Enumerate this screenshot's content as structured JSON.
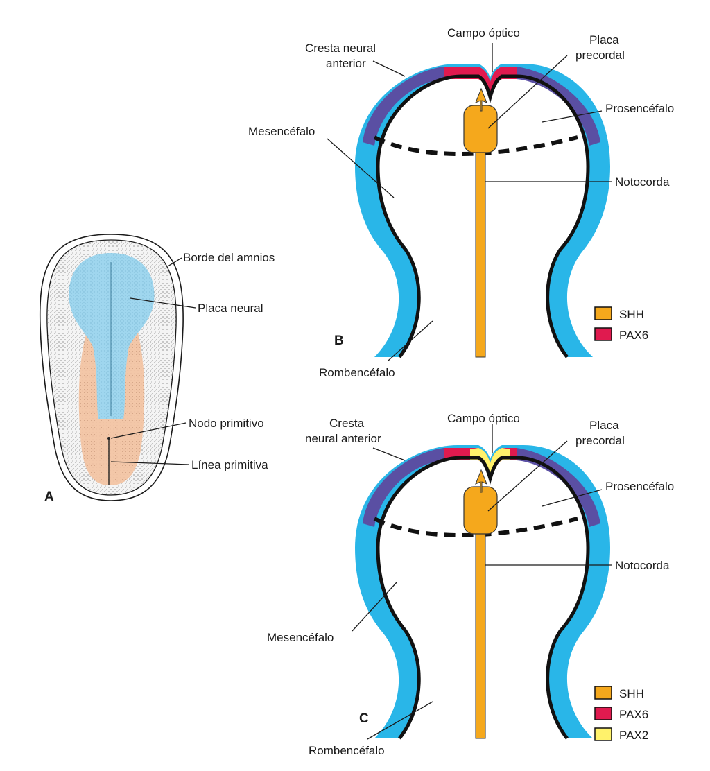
{
  "panel_a": {
    "letter": "A",
    "labels": {
      "amnion_border": "Borde del amnios",
      "neural_plate": "Placa neural",
      "primitive_node": "Nodo primitivo",
      "primitive_streak": "Línea primitiva"
    }
  },
  "panel_b": {
    "letter": "B",
    "labels": {
      "optic_field": "Campo óptico",
      "anterior_neural_crest_1": "Cresta neural",
      "anterior_neural_crest_2": "anterior",
      "prechordal_plate_1": "Placa",
      "prechordal_plate_2": "precordal",
      "prosencephalon": "Prosencéfalo",
      "mesencephalon": "Mesencéfalo",
      "notochord": "Notocorda",
      "rhombencephalon": "Rombencéfalo"
    },
    "legend": [
      {
        "label": "SHH",
        "color": "#f5a81c"
      },
      {
        "label": "PAX6",
        "color": "#e01a4f"
      }
    ]
  },
  "panel_c": {
    "letter": "C",
    "labels": {
      "optic_field": "Campo óptico",
      "anterior_neural_crest_1": "Cresta",
      "anterior_neural_crest_2": "neural anterior",
      "prechordal_plate_1": "Placa",
      "prechordal_plate_2": "precordal",
      "prosencephalon": "Prosencéfalo",
      "mesencephalon": "Mesencéfalo",
      "notochord": "Notocorda",
      "rhombencephalon": "Rombencéfalo"
    },
    "legend": [
      {
        "label": "SHH",
        "color": "#f5a81c"
      },
      {
        "label": "PAX6",
        "color": "#e01a4f"
      },
      {
        "label": "PAX2",
        "color": "#fff26b"
      }
    ]
  },
  "colors": {
    "neural_tube_outer": "#29b6e8",
    "neural_crest": "#5a4fa3",
    "pax6": "#e01a4f",
    "pax2": "#fff26b",
    "shh": "#f5a81c",
    "neural_plate": "#9fd6ee",
    "primitive_region": "#f3c7a8"
  }
}
